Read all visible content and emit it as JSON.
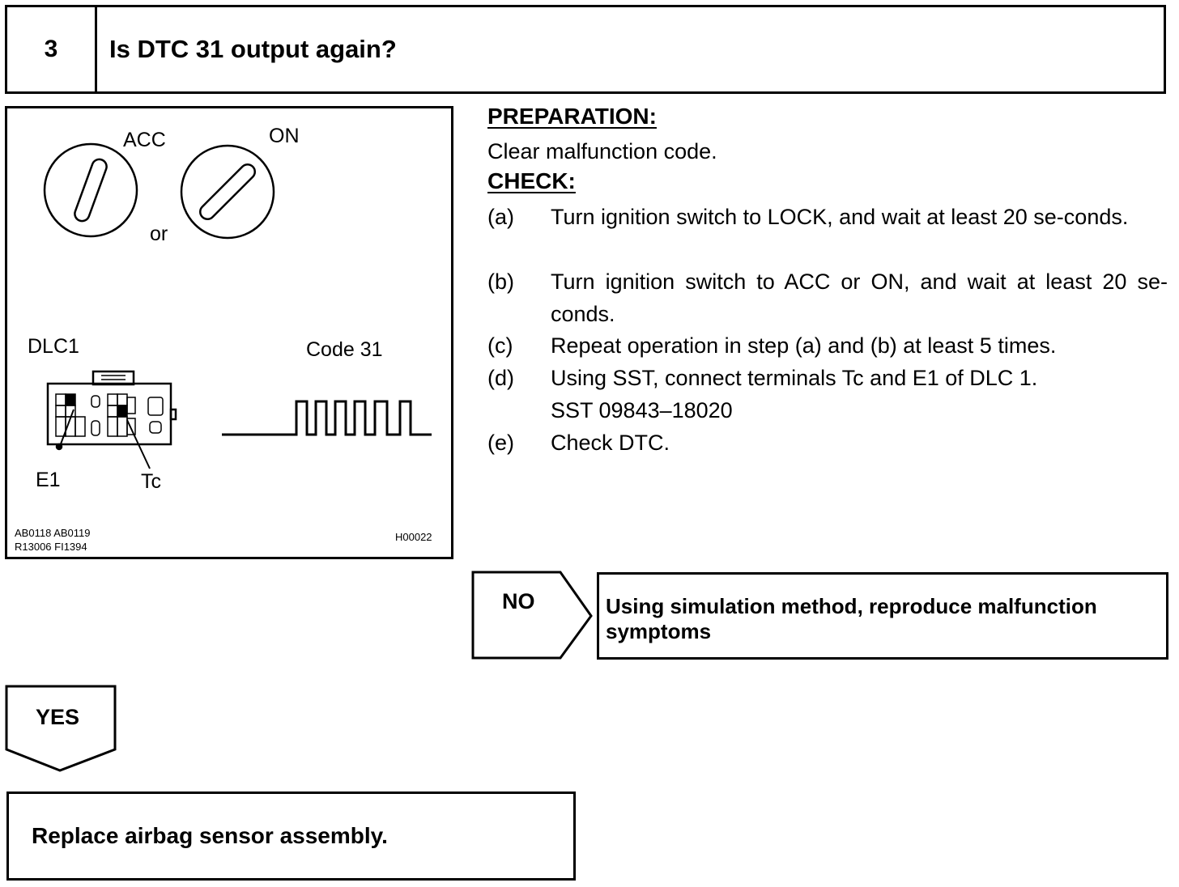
{
  "header": {
    "step_number": "3",
    "title": "Is DTC 31 output again?"
  },
  "figure": {
    "label_acc": "ACC",
    "label_on": "ON",
    "label_or": "or",
    "label_dlc": "DLC1",
    "label_code": "Code 31",
    "label_e1": "E1",
    "label_tc": "Tc",
    "ref_left_line1": "AB0118  AB0119",
    "ref_left_line2": "R13006  FI1394",
    "ref_right": "H00022"
  },
  "preparation": {
    "heading": "PREPARATION:",
    "text": "Clear malfunction code."
  },
  "check": {
    "heading": "CHECK:",
    "steps": [
      {
        "letter": "(a)",
        "text": "Turn ignition switch to LOCK, and wait at least 20 se-conds."
      },
      {
        "letter": "(b)",
        "text": "Turn ignition switch to ACC or ON, and wait at least 20 se-conds."
      },
      {
        "letter": "(c)",
        "text": "Repeat operation in step (a) and (b) at least 5 times."
      },
      {
        "letter": "(d)",
        "text": "Using SST, connect terminals Tc and E1 of DLC 1."
      },
      {
        "letter": "(e)",
        "text": "Check DTC."
      }
    ],
    "sst_line": "SST 09843–18020"
  },
  "flow": {
    "no_label": "NO",
    "no_result": "Using simulation method, reproduce malfunction symptoms",
    "yes_label": "YES",
    "yes_result": "Replace airbag sensor assembly."
  }
}
